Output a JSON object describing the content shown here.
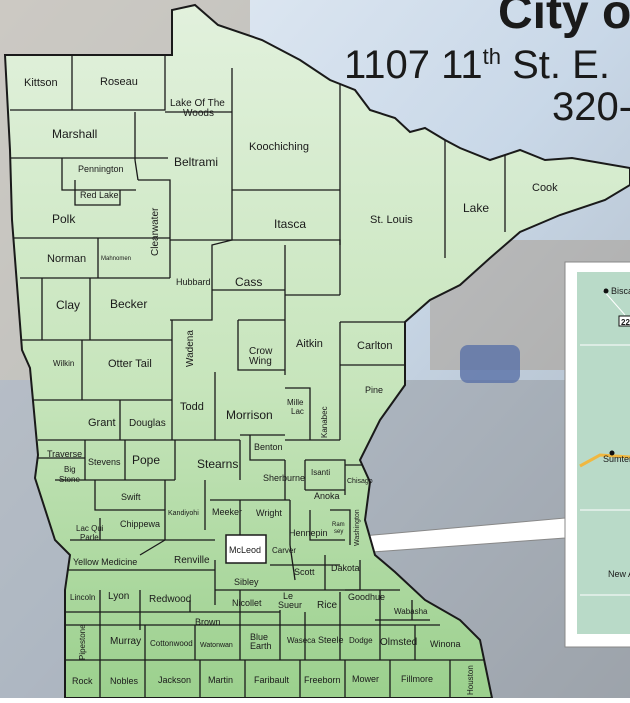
{
  "header": {
    "title": "City o",
    "address_prefix": "1107 11",
    "address_sup": "th",
    "address_suffix": " St. E.",
    "phone_partial": "320-"
  },
  "inset_map": {
    "labels": [
      "Bisca",
      "22",
      "Sumter",
      "New A"
    ]
  },
  "map": {
    "highlight_county": "McLeod",
    "colors": {
      "county_fill_light": "#e2f1dd",
      "county_fill_mid": "#c7e5bc",
      "county_fill_dark": "#9bd08d",
      "border": "#1a1a1a",
      "highlight": "#ffffff",
      "road": "#f0b840"
    },
    "counties": [
      "Kittson",
      "Roseau",
      "Lake Of The",
      "Woods",
      "Marshall",
      "Pennington",
      "Red Lake",
      "Polk",
      "Beltrami",
      "Koochiching",
      "Clearwater",
      "Norman",
      "Mahnomen",
      "Itasca",
      "St. Louis",
      "Lake",
      "Cook",
      "Hubbard",
      "Cass",
      "Clay",
      "Becker",
      "Wadena",
      "Crow",
      "Wing",
      "Aitkin",
      "Carlton",
      "Wilkin",
      "Otter Tail",
      "Pine",
      "Mille",
      "Lac",
      "Kanabec",
      "Todd",
      "Morrison",
      "Grant",
      "Douglas",
      "Traverse",
      "Stevens",
      "Pope",
      "Benton",
      "Stearns",
      "Big",
      "Stone",
      "Sherburne",
      "Isanti",
      "Chisago",
      "Swift",
      "Kandiyohi",
      "Meeker",
      "Wright",
      "Anoka",
      "Chippewa",
      "Lac Qui",
      "Parle",
      "Hennepin",
      "Ram",
      "sey",
      "Washington",
      "McLeod",
      "Carver",
      "Yellow Medicine",
      "Renville",
      "Scott",
      "Dakota",
      "Sibley",
      "Lincoln",
      "Lyon",
      "Redwood",
      "Nicollet",
      "Le",
      "Sueur",
      "Rice",
      "Goodhue",
      "Wabasha",
      "Brown",
      "Pipestone",
      "Murray",
      "Cottonwood",
      "Watonwan",
      "Blue",
      "Earth",
      "Waseca",
      "Steele",
      "Dodge",
      "Olmsted",
      "Winona",
      "Rock",
      "Nobles",
      "Jackson",
      "Martin",
      "Faribault",
      "Freeborn",
      "Mower",
      "Fillmore",
      "Houston"
    ]
  }
}
